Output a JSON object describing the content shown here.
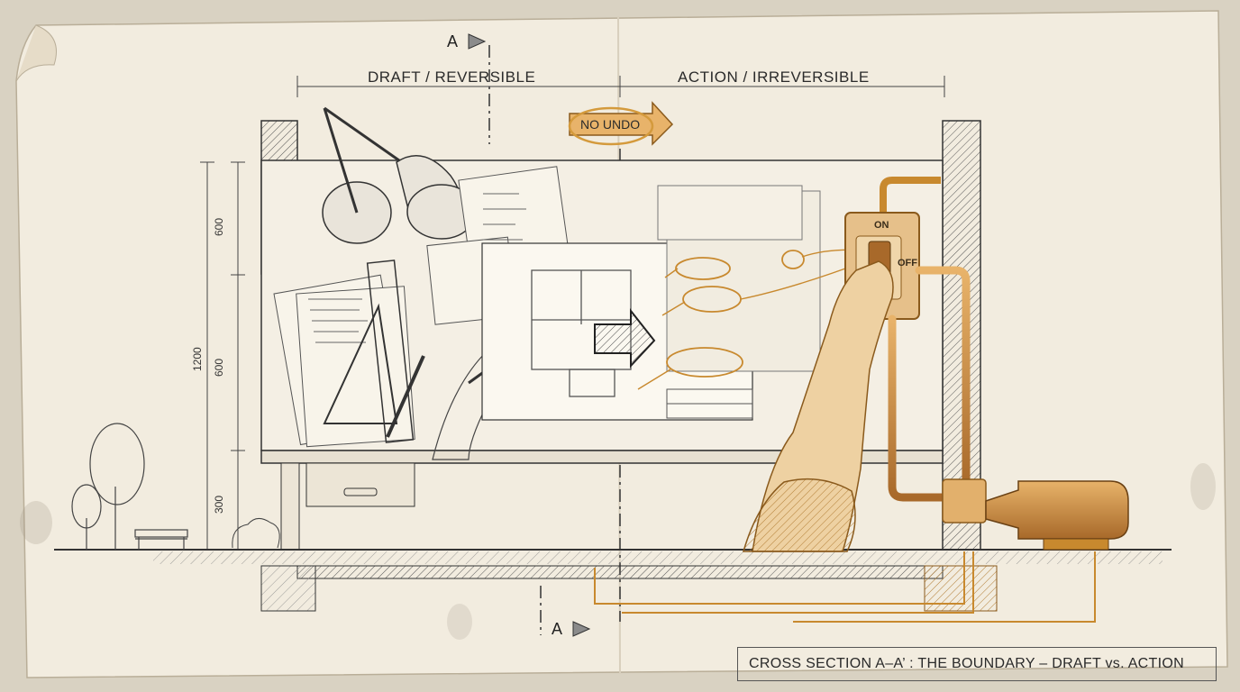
{
  "labels": {
    "zone_left": "DRAFT / REVERSIBLE",
    "zone_right": "ACTION / IRREVERSIBLE",
    "no_undo": "NO UNDO",
    "section_top": "A",
    "section_bottom": "A",
    "dim_total": "1200",
    "dim_upper": "600",
    "dim_middle": "600",
    "dim_lower": "300",
    "switch_on": "ON",
    "switch_off": "OFF",
    "title": "CROSS SECTION A–A’ : THE BOUNDARY – DRAFT vs. ACTION"
  },
  "colors": {
    "paper": "#f2ecdf",
    "ink": "#3a3a3a",
    "accent": "#c8892e",
    "accent_dark": "#8a5a1c"
  }
}
